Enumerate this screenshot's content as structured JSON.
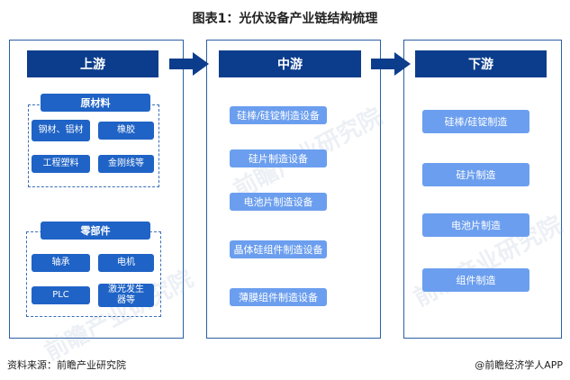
{
  "title": "图表1：光伏设备产业链结构梳理",
  "columns": {
    "upstream": "上游",
    "midstream": "中游",
    "downstream": "下游"
  },
  "upstream": {
    "raw_materials_title": "原材料",
    "raw_materials": [
      "钢材、铝材",
      "橡胶",
      "工程塑料",
      "金刚线等"
    ],
    "parts_title": "零部件",
    "parts": [
      "轴承",
      "电机",
      "PLC",
      "激光发生器等"
    ]
  },
  "midstream_items": [
    "硅棒/硅锭制造设备",
    "硅片制造设备",
    "电池片制造设备",
    "晶体硅组件制造设备",
    "薄膜组件制造设备"
  ],
  "downstream_items": [
    "硅棒/硅锭制造",
    "硅片制造",
    "电池片制造",
    "组件制造"
  ],
  "footer": {
    "source": "资料来源：前瞻产业研究院",
    "brand": "@前瞻经济学人APP"
  },
  "watermark_text": "前瞻产业研究院",
  "colors": {
    "header": "#0c3d8c",
    "subheader": "#1f63c6",
    "item": "#6b9eee",
    "border": "#2b5fa6"
  }
}
